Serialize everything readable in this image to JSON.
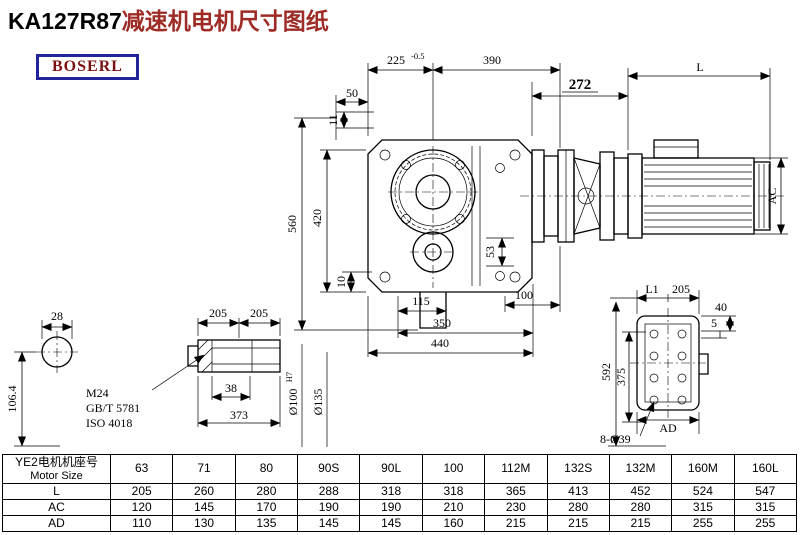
{
  "title": {
    "model": "KA127R87",
    "suffix": "减速机电机尺寸图纸"
  },
  "logo": {
    "text": "BOSERL"
  },
  "colors": {
    "title_suffix": "#9e2b25",
    "logo_border": "#24249a",
    "logo_text": "#7a1010",
    "line": "#000000"
  },
  "dims": {
    "top_offset": "50",
    "top_width_a": "225",
    "top_width_a_tol": "-0.5",
    "top_width_b": "390",
    "motor_gap": "272",
    "motor_length": "L",
    "offset_top": "11",
    "height_total": "560",
    "height_flange": "420",
    "offset_bottom": "10",
    "inner_height": "53",
    "motor_diameter": "AC",
    "bottom_a": "115",
    "bottom_b": "100",
    "bottom_c": "350",
    "bottom_d": "440",
    "shaft_end_width": "28",
    "shaft_end_height": "106.4",
    "shaft_len_a": "205",
    "shaft_len_b": "205",
    "thread": "M24",
    "thread_std1": "GB/T 5781",
    "thread_std2": "ISO 4018",
    "key_len": "38",
    "shaft_total": "373",
    "bore": "Ø100",
    "bore_fit": "H7",
    "flange_od": "Ø135",
    "rear_l1": "L1",
    "rear_width": "205",
    "rear_a": "40",
    "rear_b": "5",
    "rear_height": "592",
    "rear_inner": "375",
    "rear_ad": "AD",
    "rear_holes": "8-Ø39"
  },
  "table": {
    "header_label_line1": "YE2电机机座号",
    "header_label_line2": "Motor Size",
    "columns": [
      "63",
      "71",
      "80",
      "90S",
      "90L",
      "100",
      "112M",
      "132S",
      "132M",
      "160M",
      "160L"
    ],
    "rows": [
      {
        "label": "L",
        "values": [
          "205",
          "260",
          "280",
          "288",
          "318",
          "318",
          "365",
          "413",
          "452",
          "524",
          "547"
        ]
      },
      {
        "label": "AC",
        "values": [
          "120",
          "145",
          "170",
          "190",
          "190",
          "210",
          "230",
          "280",
          "280",
          "315",
          "315"
        ]
      },
      {
        "label": "AD",
        "values": [
          "110",
          "130",
          "135",
          "145",
          "145",
          "160",
          "215",
          "215",
          "215",
          "255",
          "255"
        ]
      }
    ]
  }
}
